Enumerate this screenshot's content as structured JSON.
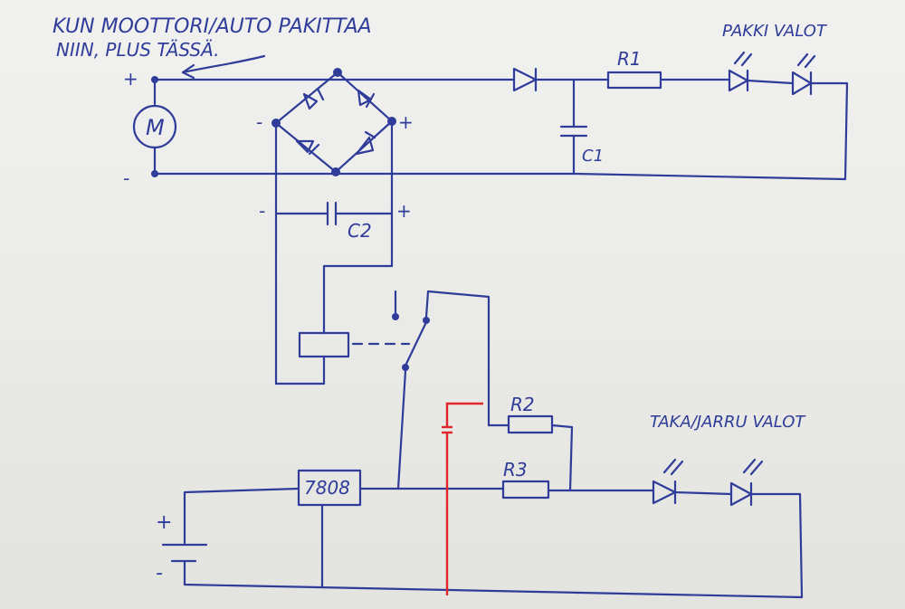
{
  "notes": {
    "line1": "KUN MOOTTORI/AUTO PAKITTAA",
    "line2": "NIIN, PLUS TÄSSÄ."
  },
  "groups": {
    "reverse_lights": "PAKKI VALOT",
    "tail_brake_lights": "TAKA/JARRU VALOT"
  },
  "components": {
    "motor": "M",
    "r1": "R1",
    "r2": "R2",
    "r3": "R3",
    "c1": "C1",
    "c2": "C2",
    "regulator": "7808"
  },
  "signs": {
    "plus": "+",
    "minus": "-"
  },
  "colors": {
    "ink": "#2f3c9a",
    "modification": "#e0262a",
    "paper": "#ededeb"
  }
}
